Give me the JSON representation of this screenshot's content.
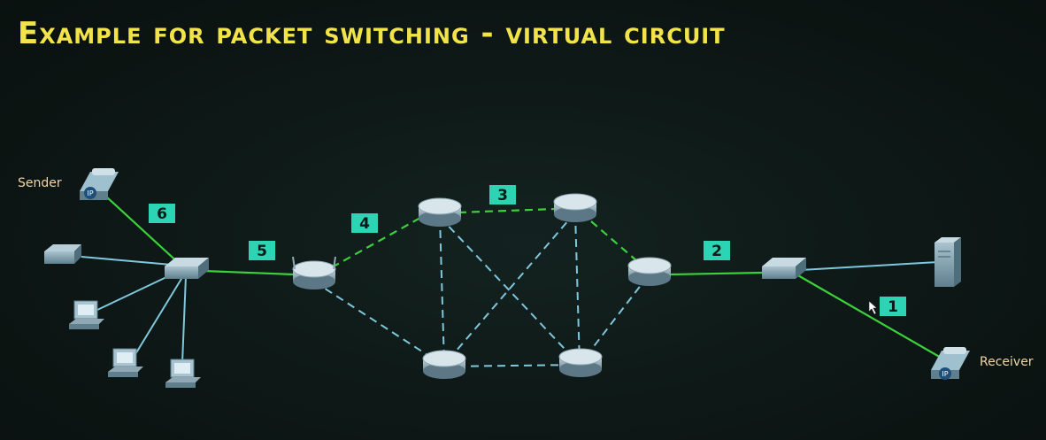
{
  "title": "Example for packet switching - virtual circuit",
  "labels": {
    "sender": "Sender",
    "receiver": "Receiver"
  },
  "hops": [
    "1",
    "2",
    "3",
    "4",
    "5",
    "6"
  ],
  "colors": {
    "title": "#f2e34a",
    "virtual_circuit_path": "#3bd13b",
    "other_links": "#7fc7dc",
    "hop_label_bg": "#2dd4b4",
    "device_text": "#f0d6a8"
  },
  "icons": [
    "ip-phone-icon",
    "printer-icon",
    "pc-icon",
    "switch-icon",
    "router-icon",
    "server-icon",
    "cursor-icon"
  ]
}
